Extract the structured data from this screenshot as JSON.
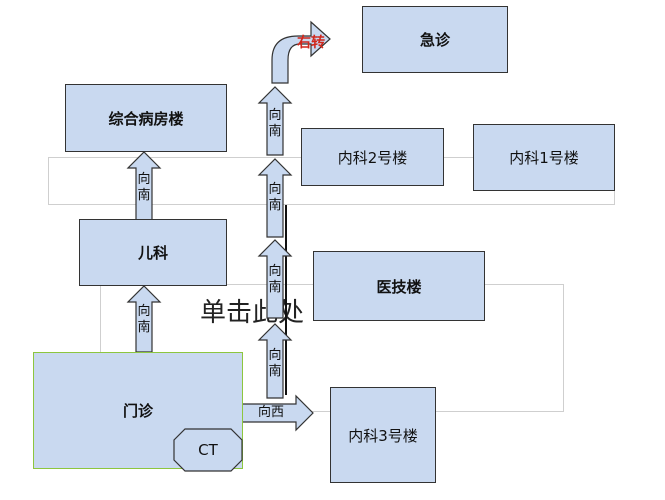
{
  "diagram": {
    "boxes": {
      "emergency": "急诊",
      "inpatient": "综合病房楼",
      "internal2": "内科2号楼",
      "internal1": "内科1号楼",
      "pediatrics": "儿科",
      "medtech": "医技楼",
      "outpatient": "门诊",
      "ct": "CT",
      "internal3": "内科3号楼"
    },
    "placeholder": "单击此处",
    "arrows": {
      "south": [
        "向",
        "南"
      ],
      "west": "向西",
      "turn_right": "右转"
    },
    "colors": {
      "box_fill": "#c9d9f0",
      "box_border": "#333333",
      "outpatient_border": "#8dc63f",
      "turn_text": "#d0281c"
    }
  }
}
